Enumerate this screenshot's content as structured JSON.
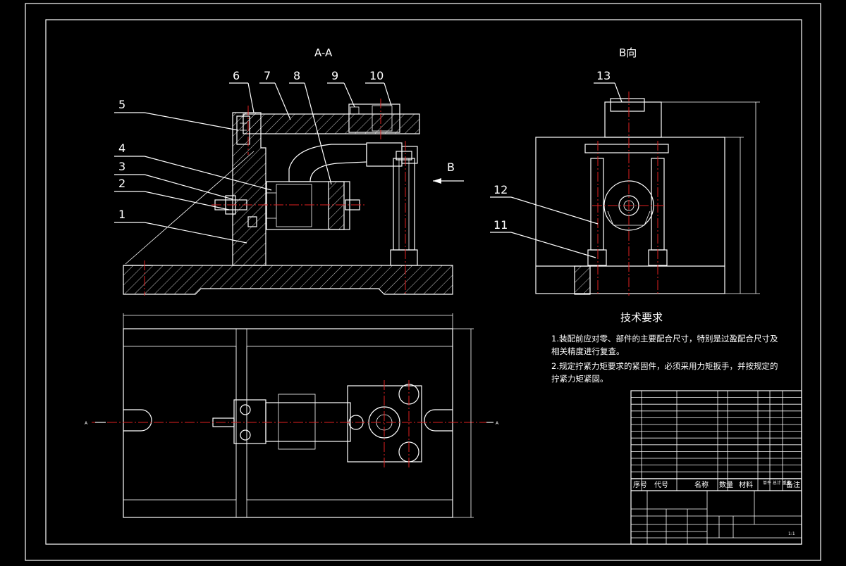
{
  "views": {
    "section_title": "A-A",
    "side_title": "B向",
    "arrow_b": "B",
    "cut_left": "A",
    "cut_right": "A"
  },
  "callouts": [
    "1",
    "2",
    "3",
    "4",
    "5",
    "6",
    "7",
    "8",
    "9",
    "10",
    "11",
    "12",
    "13"
  ],
  "requirements": {
    "title": "技术要求",
    "line1": "1.装配前应对零、部件的主要配合尺寸，特别是过盈配合尺寸及",
    "line2": "相关精度进行复查。",
    "line3": "2.规定拧紧力矩要求的紧固件，必须采用力矩扳手，并按规定的",
    "line4": "拧紧力矩紧固。"
  },
  "title_block": {
    "header_seq": "序号",
    "header_code": "代号",
    "header_name": "名称",
    "header_qty": "数量",
    "header_material": "材料",
    "header_weight": "单件 总计 重量",
    "header_note": "备注",
    "scale": "1:1"
  },
  "colors": {
    "line": "#ffffff",
    "center": "#e02020",
    "background": "#000000"
  }
}
